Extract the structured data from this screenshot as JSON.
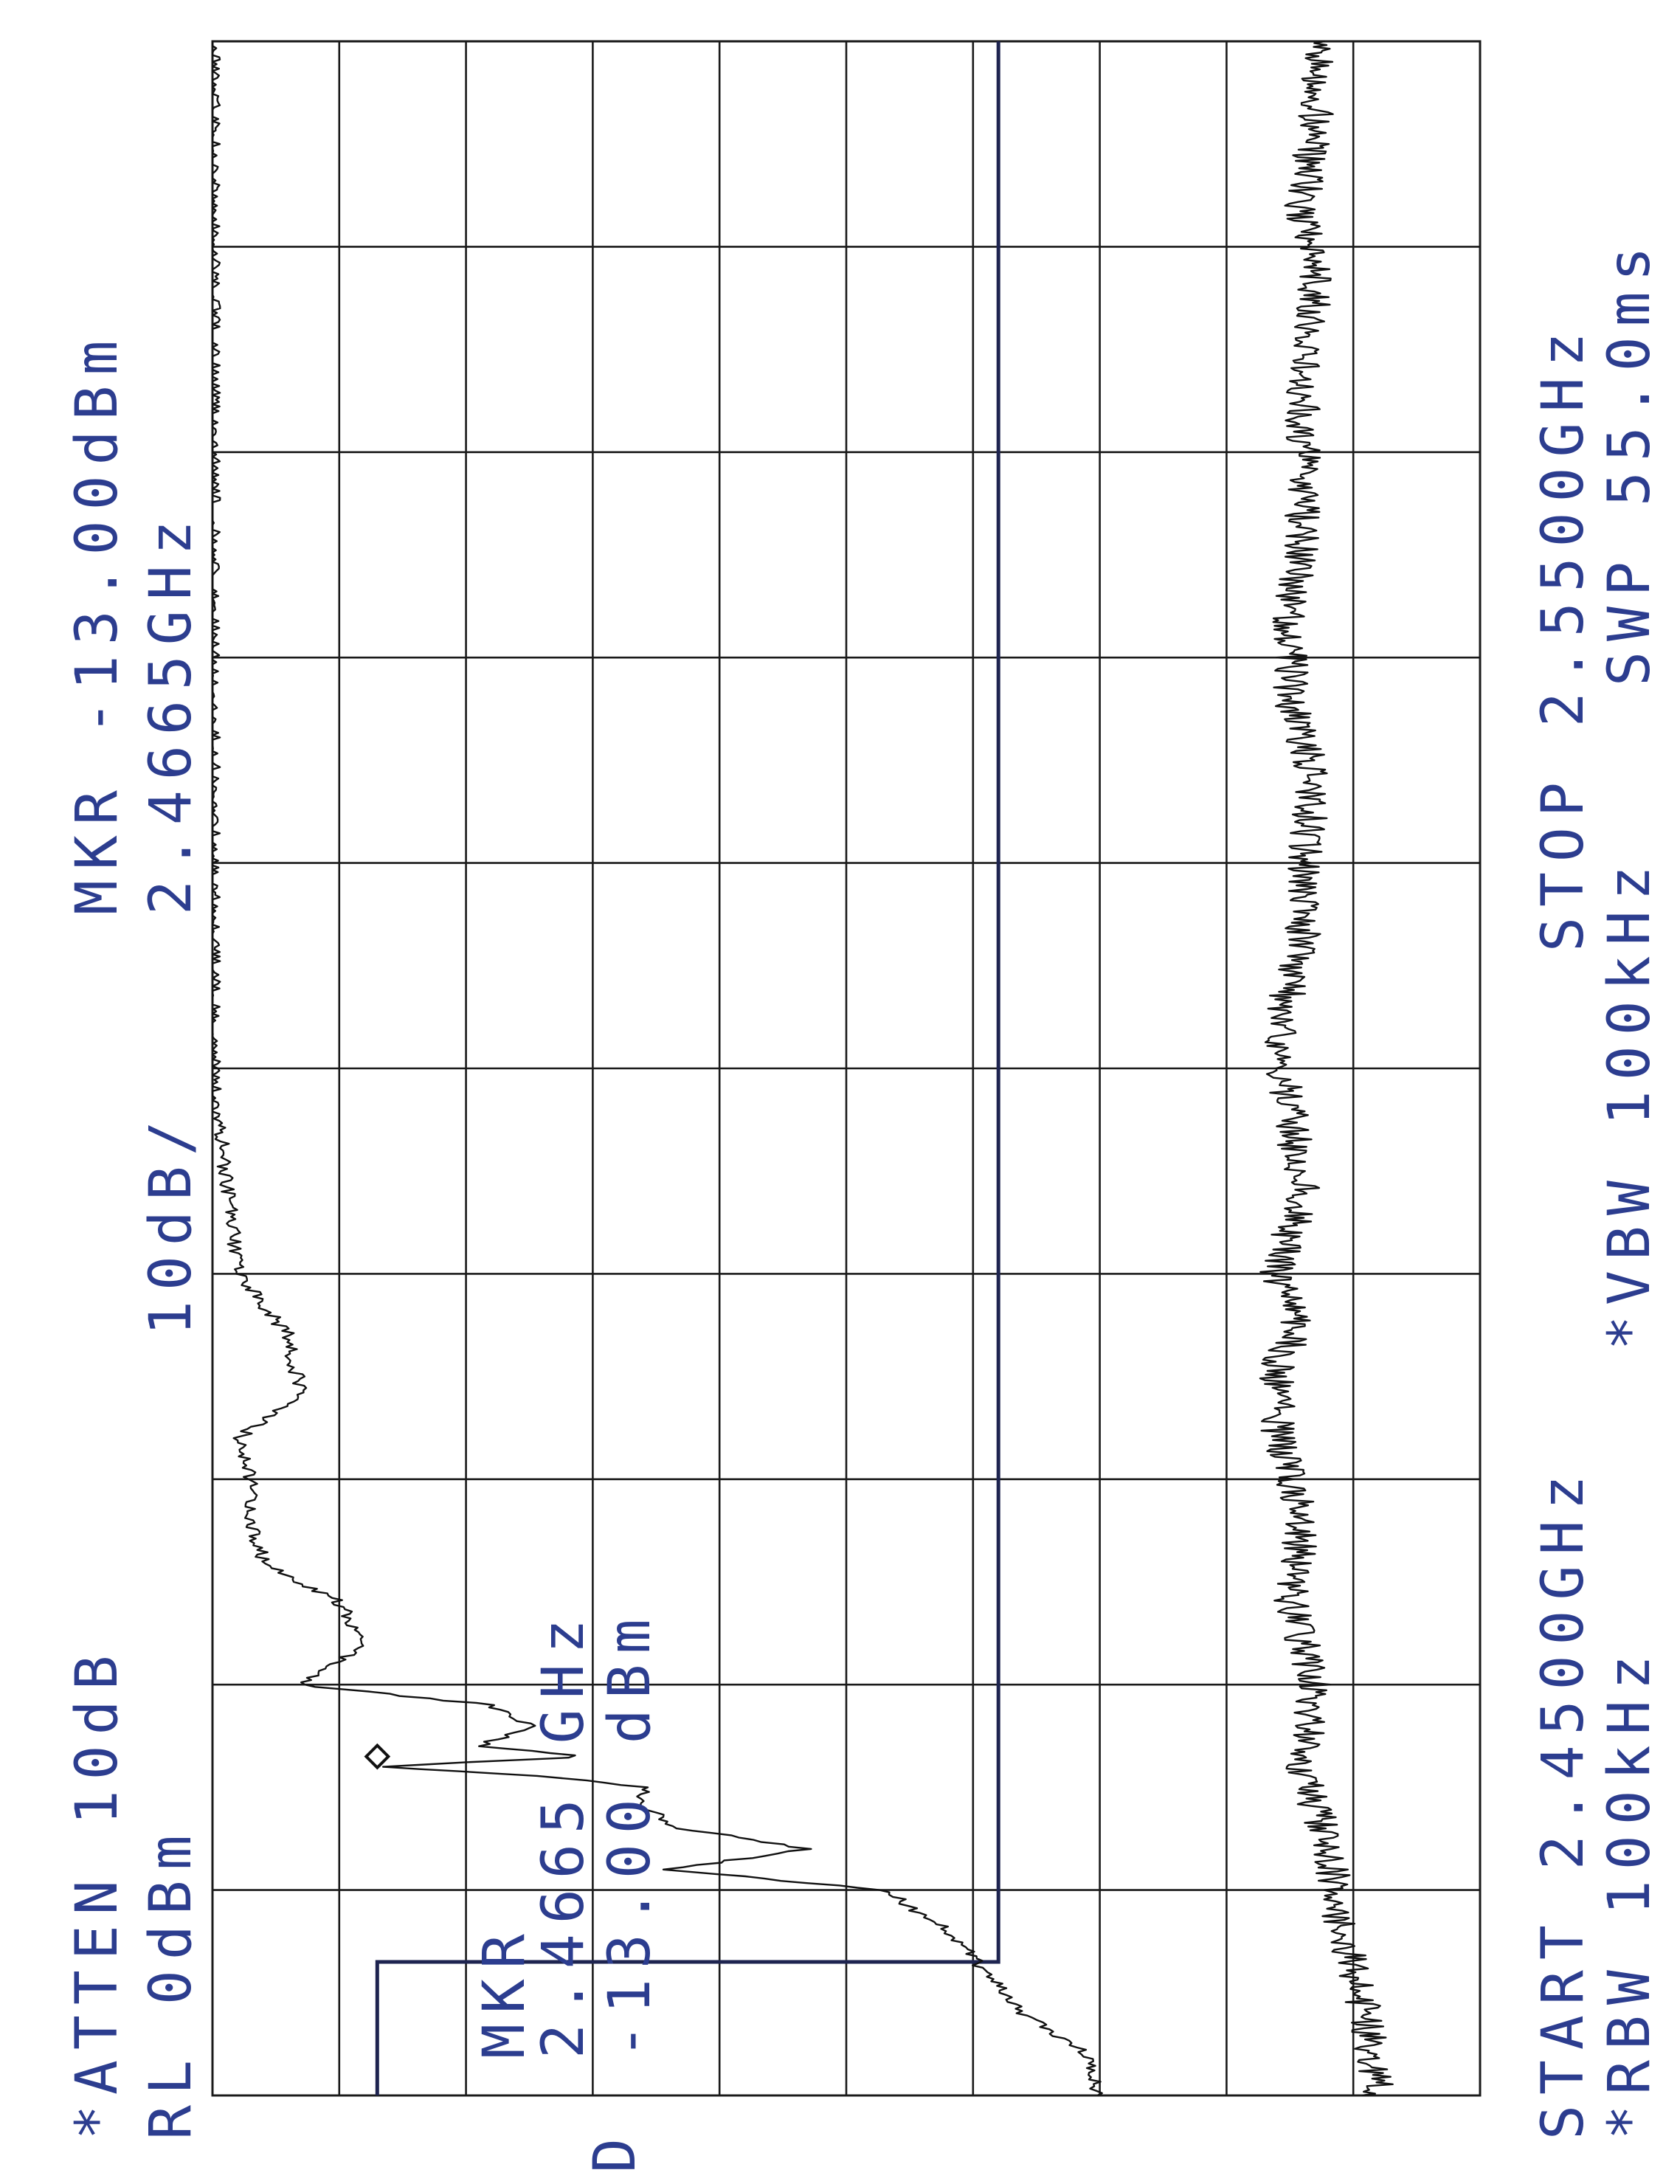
{
  "header": {
    "atten": "*ATTEN 10dB",
    "ref_level": "RL 0dBm",
    "scale": "10dB/",
    "marker_label": "MKR -13.00dBm",
    "marker_freq": "2.4665GHz"
  },
  "footer": {
    "start": "START 2.4500GHz",
    "stop": "STOP 2.5500GHz",
    "rbw": "*RBW 100kHz",
    "vbw": "*VBW 100kHz",
    "sweep": "SWP 55.0ms"
  },
  "marker_box": {
    "title": "MKR",
    "freq": "2.4665 GHz",
    "level": "-13.00 dBm"
  },
  "detector_label": "D",
  "chart_data": {
    "type": "line",
    "title": "",
    "xlabel": "",
    "ylabel": "",
    "xlim": [
      2.45,
      2.55
    ],
    "ylim": [
      -100,
      0
    ],
    "x_unit": "GHz",
    "y_unit": "dBm",
    "grid": true,
    "grid_divisions": {
      "x": 10,
      "y": 10
    },
    "series": [
      {
        "x": [
          2.45,
          2.452,
          2.454,
          2.456,
          2.458,
          2.46,
          2.461,
          2.462,
          2.463,
          2.464,
          2.465,
          2.4655,
          2.466,
          2.4665,
          2.467,
          2.468,
          2.469,
          2.47,
          2.472,
          2.474,
          2.476,
          2.478,
          2.48,
          2.482,
          2.484,
          2.487,
          2.49,
          2.495,
          2.5,
          2.51,
          2.52,
          2.53,
          2.54,
          2.55
        ],
        "y": [
          -70,
          -69,
          -64,
          -61,
          -58,
          -53,
          -36,
          -47,
          -37,
          -34,
          -34,
          -27,
          -13,
          -30,
          -21,
          -25,
          -22,
          -7,
          -12,
          -10,
          -4,
          -3,
          -3,
          -2,
          -7,
          -6,
          -2,
          -1,
          0,
          0,
          0,
          0,
          0,
          0
        ]
      },
      {
        "x": [
          2.45,
          2.454,
          2.458,
          2.462,
          2.466,
          2.47,
          2.474,
          2.478,
          2.482,
          2.486,
          2.487,
          2.49,
          2.494,
          2.498,
          2.502,
          2.506,
          2.51,
          2.514,
          2.518,
          2.522,
          2.526,
          2.53,
          2.534,
          2.538,
          2.542,
          2.546,
          2.55
        ],
        "y": [
          -92,
          -91,
          -89,
          -88,
          -86,
          -87,
          -85,
          -86,
          -84,
          -84,
          -86,
          -84,
          -86,
          -85,
          -84,
          -86,
          -86,
          -87,
          -85,
          -85,
          -86,
          -86,
          -86,
          -87,
          -86,
          -87,
          -87
        ]
      }
    ],
    "limit_line": {
      "x": [
        2.45,
        2.4565,
        2.4565,
        2.55
      ],
      "y": [
        -13,
        -13,
        -62,
        -62
      ]
    },
    "marker": {
      "x": 2.4665,
      "y": -13.0
    }
  }
}
